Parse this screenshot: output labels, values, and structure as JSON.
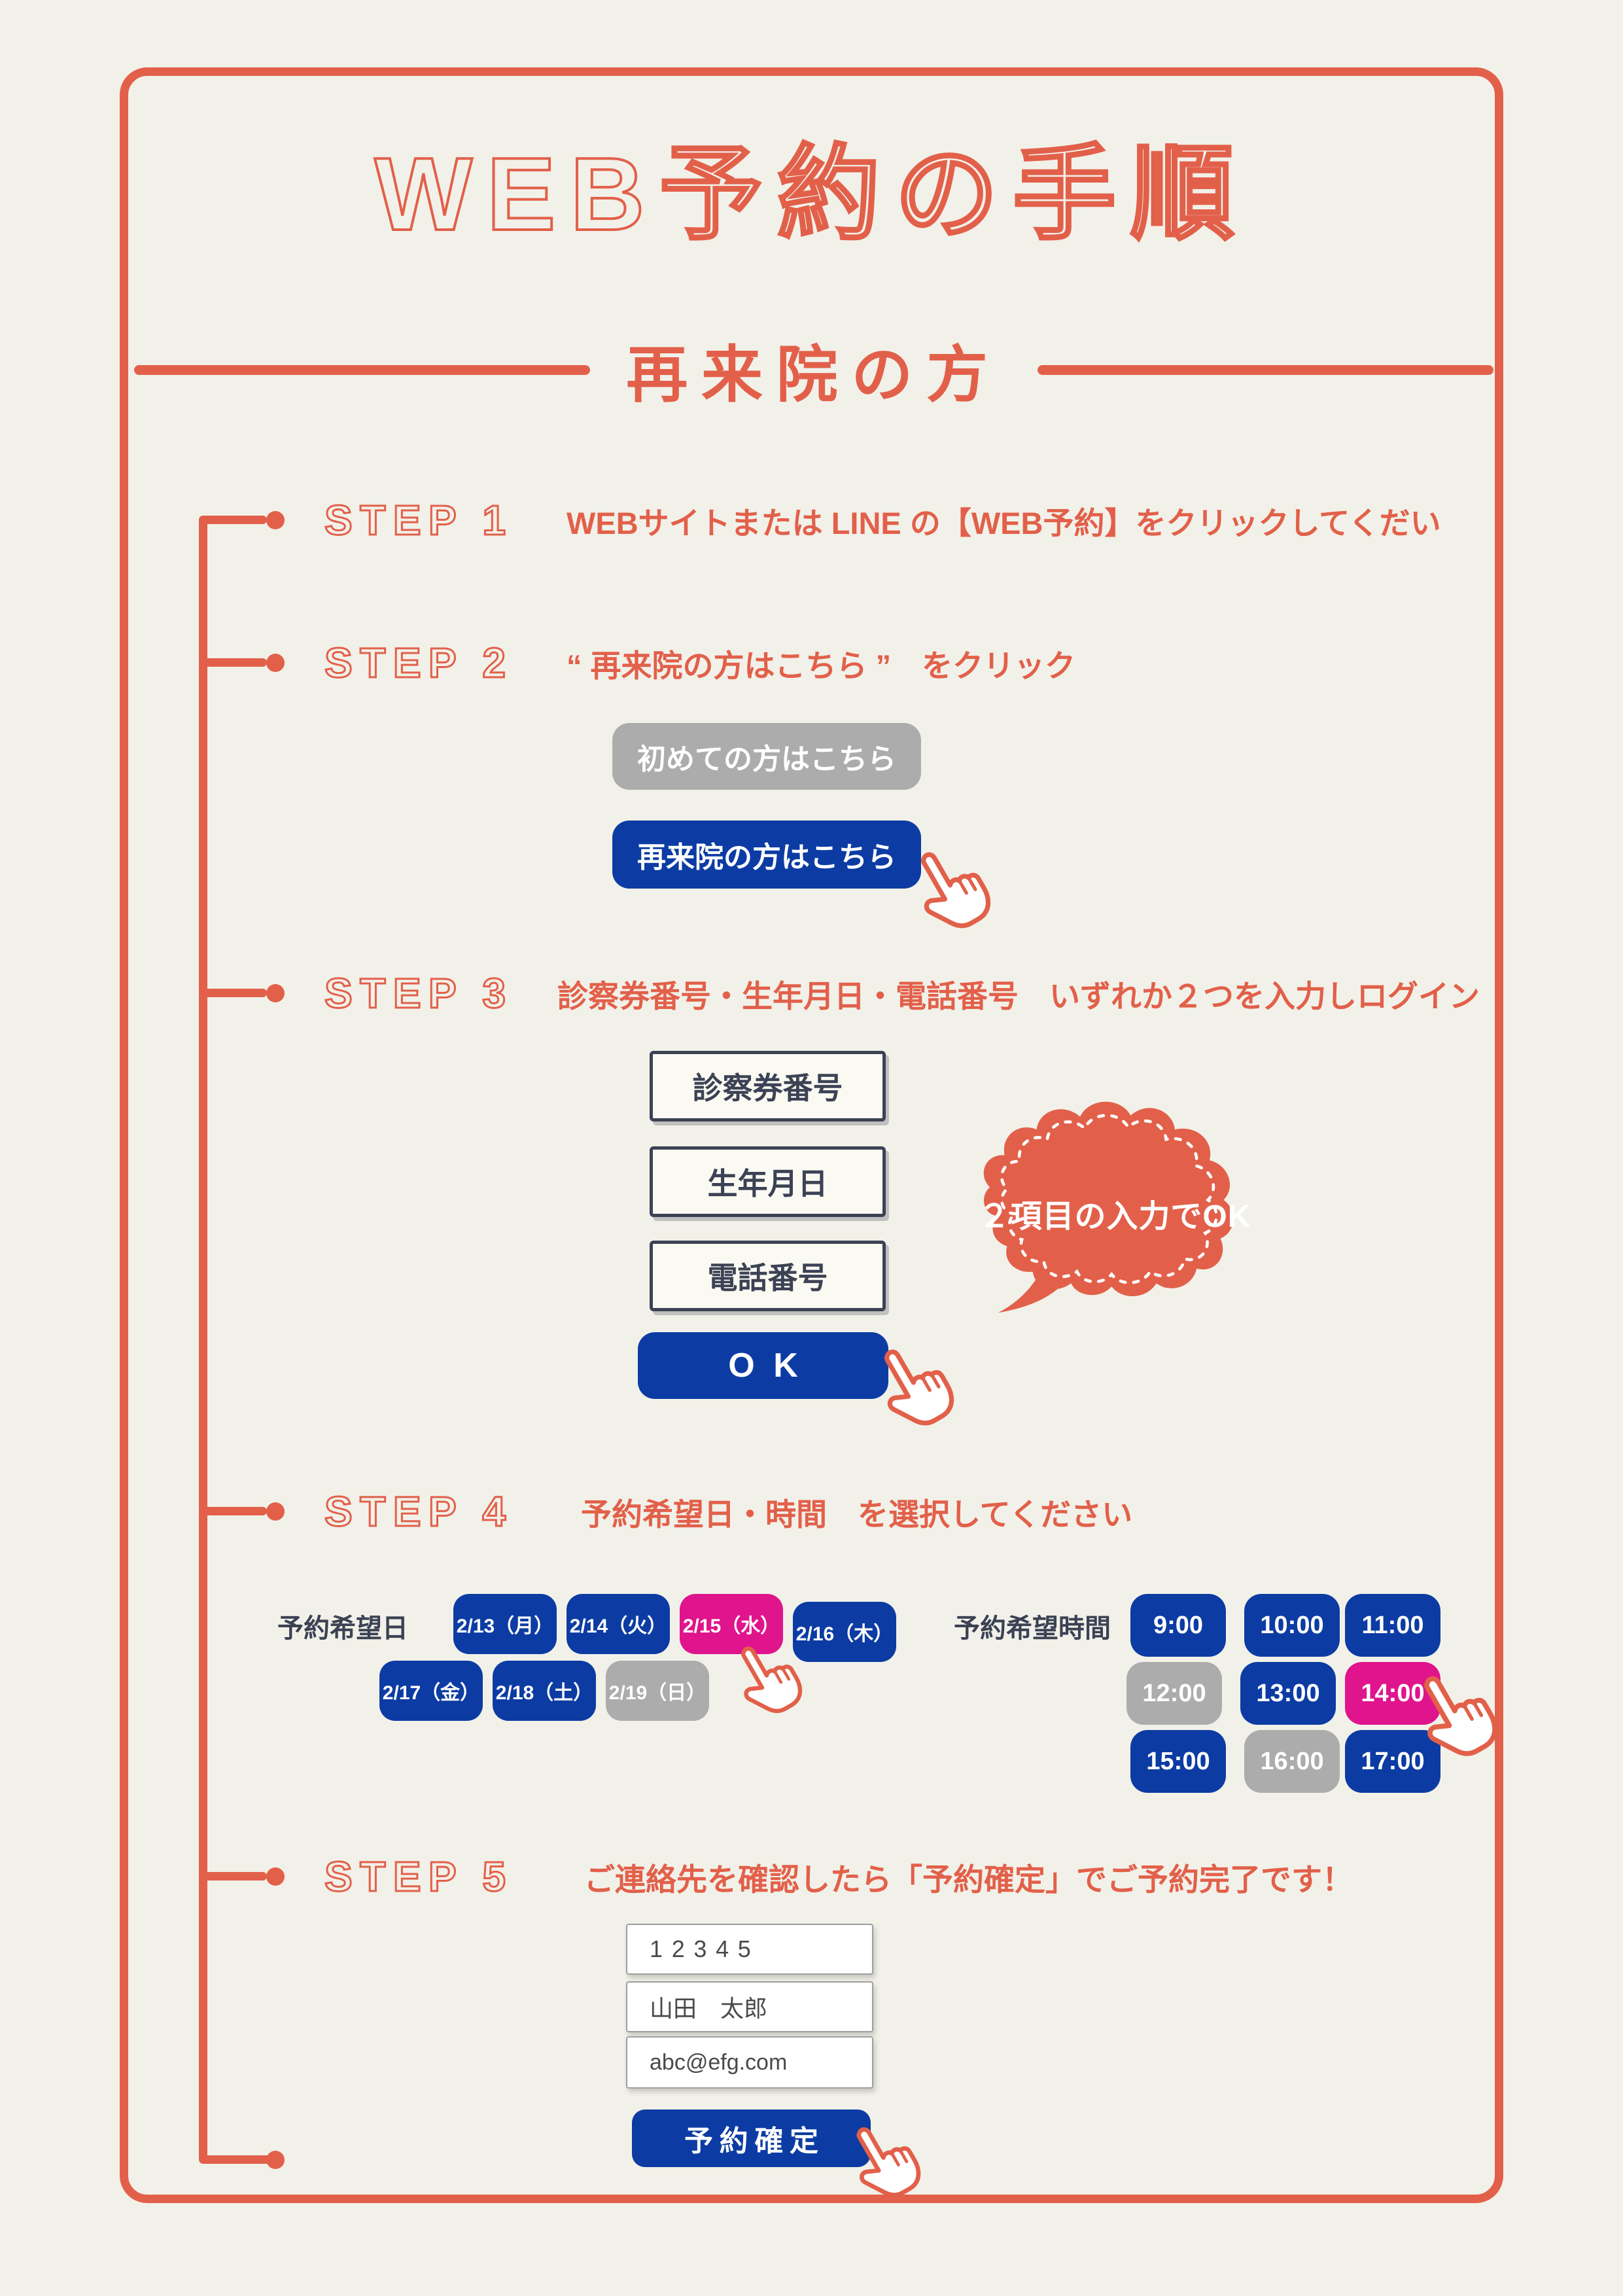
{
  "colors": {
    "background": "#F2F1E9",
    "accent_orange": "#E2604A",
    "primary_blue": "#0C3CA3",
    "selected_magenta": "#E0148C",
    "disabled_gray": "#ACACAC",
    "navy_text": "#3C4254"
  },
  "header": {
    "title": "WEB予約の手順",
    "subtitle": "再来院の方"
  },
  "steps": [
    {
      "label": "STEP 1",
      "description": "WEBサイトまたは LINE の【WEB予約】をクリックしてくだい"
    },
    {
      "label": "STEP 2",
      "description": "“ 再来院の方はこちら ”　をクリック"
    },
    {
      "label": "STEP 3",
      "description": "診察券番号・生年月日・電話番号　いずれか２つを入力しログイン"
    },
    {
      "label": "STEP 4",
      "description": "予約希望日・時間　を選択してください"
    },
    {
      "label": "STEP 5",
      "description": "ご連絡先を確認したら「予約確定」でご予約完了です！"
    }
  ],
  "step2": {
    "first_visit_button": "初めての方はこちら",
    "revisit_button": "再来院の方はこちら"
  },
  "step3": {
    "fields": [
      "診察券番号",
      "生年月日",
      "電話番号"
    ],
    "ok_button": "OK",
    "bubble_note": "２項目の入力でOK"
  },
  "step4": {
    "date_label": "予約希望日",
    "time_label": "予約希望時間",
    "dates": [
      {
        "label": "2/13（月）",
        "state": "available"
      },
      {
        "label": "2/14（火）",
        "state": "available"
      },
      {
        "label": "2/15（水）",
        "state": "selected"
      },
      {
        "label": "2/16（木）",
        "state": "available"
      },
      {
        "label": "2/17（金）",
        "state": "available"
      },
      {
        "label": "2/18（土）",
        "state": "available"
      },
      {
        "label": "2/19（日）",
        "state": "unavailable"
      }
    ],
    "times": [
      {
        "label": "9:00",
        "state": "available"
      },
      {
        "label": "10:00",
        "state": "available"
      },
      {
        "label": "11:00",
        "state": "available"
      },
      {
        "label": "12:00",
        "state": "unavailable"
      },
      {
        "label": "13:00",
        "state": "available"
      },
      {
        "label": "14:00",
        "state": "selected"
      },
      {
        "label": "15:00",
        "state": "available"
      },
      {
        "label": "16:00",
        "state": "unavailable"
      },
      {
        "label": "17:00",
        "state": "available"
      }
    ]
  },
  "step5": {
    "card_number": "12345",
    "name": "山田　太郎",
    "email": "abc@efg.com",
    "confirm_button": "予約確定"
  }
}
